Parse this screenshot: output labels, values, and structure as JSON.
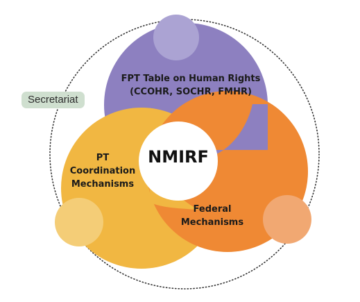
{
  "nodes": {
    "fpt": {
      "lines": [
        "FPT Table on Human Rights",
        "(CCOHR, SOCHR, FMHR)"
      ]
    },
    "pt": {
      "lines": [
        "PT",
        "Coordination",
        "Mechanisms"
      ]
    },
    "federal": {
      "lines": [
        "Federal",
        "Mechanisms"
      ]
    },
    "center": {
      "label": "NMIRF"
    }
  },
  "badge": {
    "label": "Secretariat"
  },
  "colors": {
    "purple": "#8d80c0",
    "purple_light": "#aba3d3",
    "yellow": "#f1b742",
    "yellow_light": "#f4cd77",
    "orange": "#ef8934",
    "orange_light": "#f1a872",
    "badge_bg": "#cfdfcf",
    "outline": "#333333"
  }
}
